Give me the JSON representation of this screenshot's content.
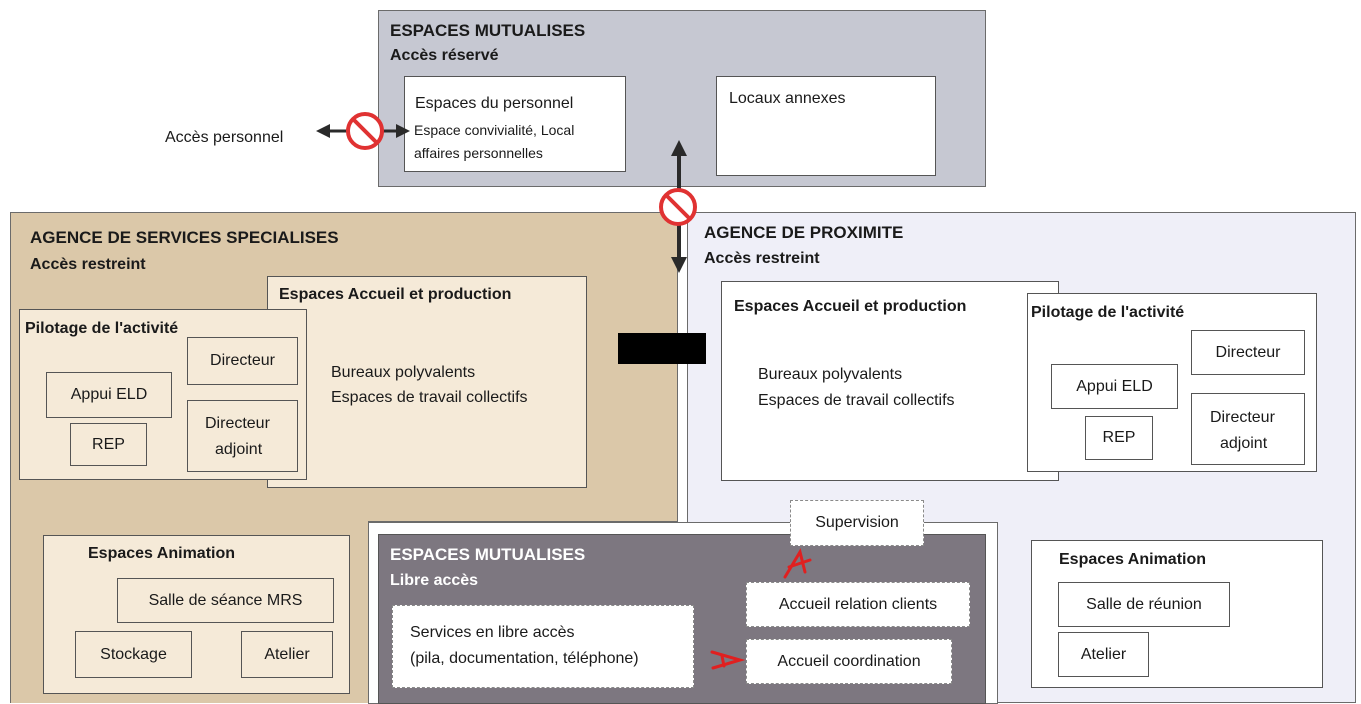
{
  "colors": {
    "mutualises_top": "#c6c8d2",
    "specialises": "#dbc8a9",
    "specialises_inner": "#f5ead8",
    "proximite": "#efeff8",
    "mutualises_bottom": "#7d7780",
    "no_entry": "#e03232",
    "marker": "#e02020"
  },
  "top_zone": {
    "title": "ESPACES MUTUALISES",
    "subtitle": "Accès réservé",
    "personnel_title": "Espaces du personnel",
    "personnel_line1": "Espace convivialité, Local",
    "personnel_line2": "affaires personnelles",
    "locaux": "Locaux annexes"
  },
  "acces_personnel": "Accès personnel",
  "specialises": {
    "title": "AGENCE DE SERVICES SPECIALISES",
    "subtitle": "Accès restreint",
    "accueil_title": "Espaces Accueil et production",
    "bureaux": "Bureaux polyvalents",
    "travail": "Espaces de travail collectifs",
    "pilotage_title": "Pilotage de l'activité",
    "directeur": "Directeur",
    "appui": "Appui ELD",
    "rep": "REP",
    "adjoint_line1": "Directeur",
    "adjoint_line2": "adjoint",
    "animation_title": "Espaces Animation",
    "salle": "Salle de séance MRS",
    "stockage": "Stockage",
    "atelier": "Atelier"
  },
  "proximite": {
    "title": "AGENCE DE PROXIMITE",
    "subtitle": "Accès restreint",
    "accueil_title": "Espaces Accueil et production",
    "bureaux": "Bureaux polyvalents",
    "travail": "Espaces de travail collectifs",
    "pilotage_title": "Pilotage de l'activité",
    "directeur": "Directeur",
    "appui": "Appui ELD",
    "rep": "REP",
    "adjoint_line1": "Directeur",
    "adjoint_line2": "adjoint",
    "animation_title": "Espaces Animation",
    "salle": "Salle de réunion",
    "atelier": "Atelier"
  },
  "supervision": "Supervision",
  "bottom_zone": {
    "title": "ESPACES MUTUALISES",
    "subtitle": "Libre accès",
    "services_line1": "Services en libre accès",
    "services_line2": "(pila, documentation, téléphone)",
    "relation": "Accueil relation clients",
    "coordination": "Accueil coordination"
  },
  "icons": {
    "no_entry_left": "no-entry-icon",
    "no_entry_center": "no-entry-icon",
    "arrows": "double-arrow-icon"
  }
}
